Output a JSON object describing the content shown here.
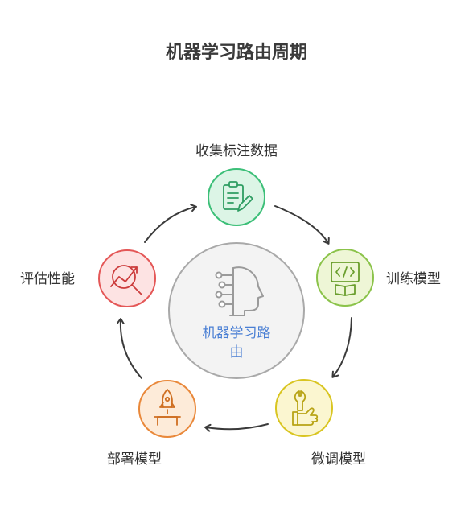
{
  "title": "机器学习路由周期",
  "center": {
    "line1": "机器学习路",
    "line2": "由",
    "text_color": "#4a7fd4",
    "fill": "#f3f3f3",
    "stroke": "#a9a9a9",
    "icon": "head-circuit-icon"
  },
  "steps": [
    {
      "label": "收集标注数据",
      "icon": "clipboard-pencil-icon",
      "fill": "#dcf5e6",
      "stroke": "#3cbf78",
      "ink": "#2e9d62"
    },
    {
      "label": "训练模型",
      "icon": "code-book-icon",
      "fill": "#eef6d6",
      "stroke": "#8bc34a",
      "ink": "#6a9e2e"
    },
    {
      "label": "微调模型",
      "icon": "wrench-thumb-icon",
      "fill": "#fbf6d0",
      "stroke": "#d9c521",
      "ink": "#b8a314"
    },
    {
      "label": "部署模型",
      "icon": "rocket-launch-icon",
      "fill": "#fdebd9",
      "stroke": "#e9883a",
      "ink": "#cf6f22"
    },
    {
      "label": "评估性能",
      "icon": "magnify-chart-icon",
      "fill": "#fde3e3",
      "stroke": "#e45757",
      "ink": "#cc3d3d"
    }
  ]
}
